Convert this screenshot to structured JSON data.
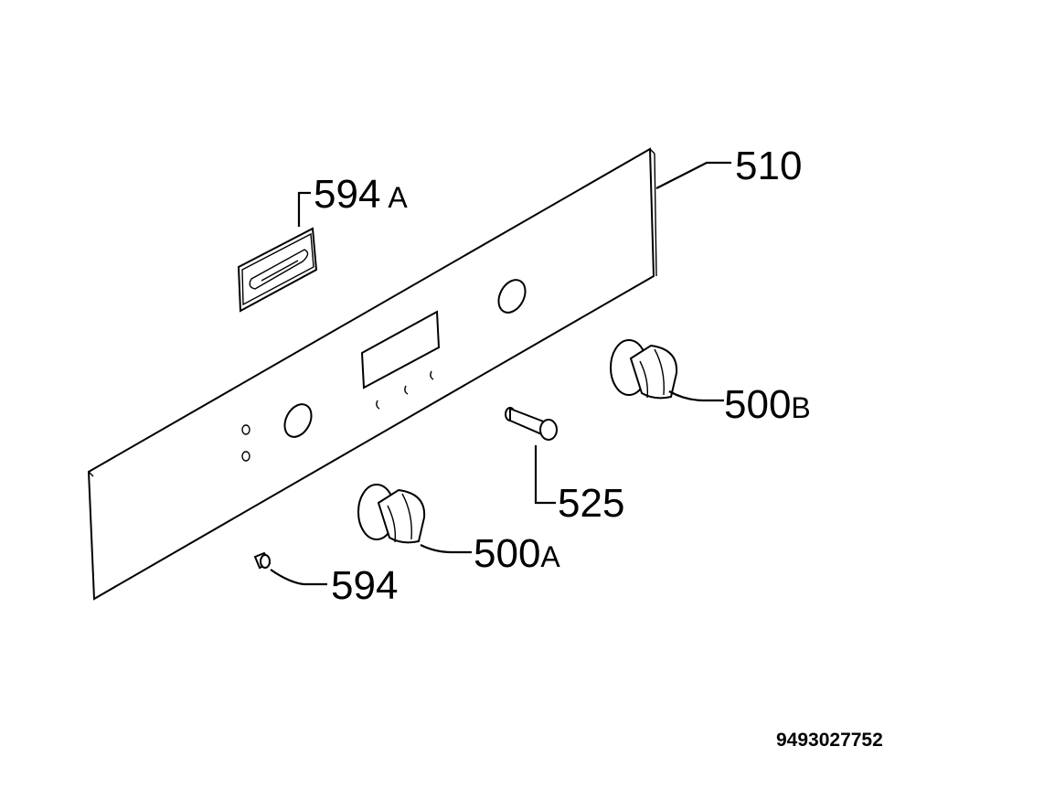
{
  "labels": {
    "panel": "510",
    "badge_num": "594",
    "badge_suffix": "A",
    "knob_right_num": "500",
    "knob_right_suffix": "B",
    "screw": "525",
    "knob_left_num": "500",
    "knob_left_suffix": "A",
    "lamp": "594"
  },
  "diagram_code": "9493027752"
}
